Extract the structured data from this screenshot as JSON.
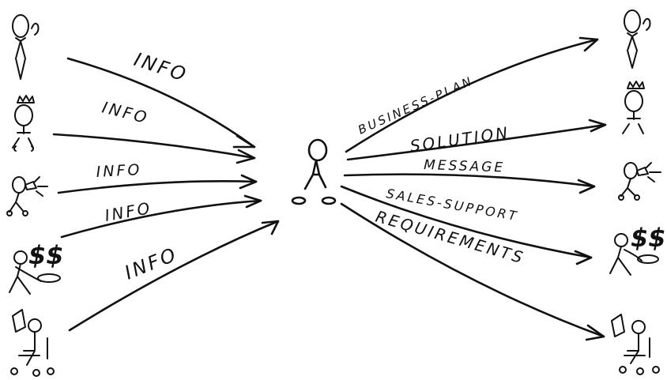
{
  "inputs": {
    "label_1": "INFO",
    "label_2": "INFO",
    "label_3": "INFO",
    "label_4": "INFO",
    "label_5": "INFO"
  },
  "outputs": {
    "label_1": "BUSINESS-PLAN",
    "label_2": "SOLUTION",
    "label_3": "MESSAGE",
    "label_4": "SALES-SUPPORT",
    "label_5": "REQUIREMENTS"
  },
  "money_symbol": "$$",
  "ink_color": "#111111",
  "background_color": "#ffffff"
}
